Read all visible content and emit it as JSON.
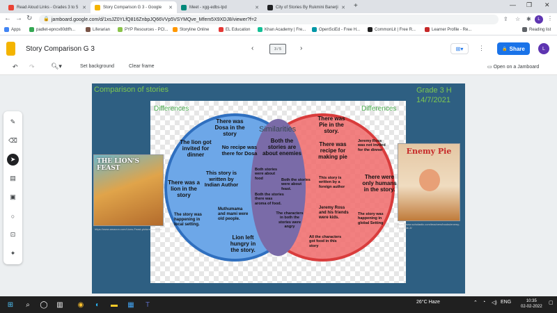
{
  "browser": {
    "tabs": [
      {
        "label": "Read Aloud Links - Grades 3 to 5",
        "color": "#ea4335"
      },
      {
        "label": "Story Comparison G 3 - Google",
        "color": "#f4b400"
      },
      {
        "label": "Meet - xgg-edbs-tpd",
        "color": "#00897b"
      },
      {
        "label": "City of Stories By Rukmini Banerji",
        "color": "#202124"
      }
    ],
    "new_tab": "+",
    "url": "jamboard.google.com/d/1xsJZ0YLfQ816ZnbpJQ66VVp5VSYMQve_Mfem5X9XDJ8/viewer?f=2",
    "bookmarks": [
      "Apps",
      "padlet-epncv80dtfh...",
      "Liferarian",
      "PYP Resources - PCI...",
      "Storyline Online",
      "EL Education",
      "Khan Academy | Fre...",
      "OpenSciEd - Free H...",
      "CommonLit | Free R...",
      "Learner Profile - Re..."
    ],
    "reading_list": "Reading list",
    "profile_initial": "L"
  },
  "jamboard": {
    "title": "Story Comparison G 3",
    "frame_indicator": "3 / 5",
    "share_label": "Share",
    "avatar_initial": "L",
    "toolbar": {
      "set_background": "Set background",
      "clear_frame": "Clear frame",
      "open_on_jamboard": "Open on a Jamboard"
    }
  },
  "board": {
    "title": "Comparison of stories",
    "grade": "Grade 3 H",
    "date": "14/7/2021",
    "differences_left": "Differences",
    "differences_right": "Differences",
    "similarities": "Similarities",
    "left_notes": [
      "There was Dosa in the story",
      "The lion got invited for dinner",
      "No recipe was there for Dosa",
      "There was a lion in the story",
      "This story is written by Indian Author",
      "The story was happening in local setting.",
      "Muthumama and mami were old people.",
      "Lion left hungry in the story."
    ],
    "middle_notes": [
      "Both the stories are about enemies",
      "Both stories were about food",
      "Both the stories were about feast.",
      "Both the stories there was aroma of food.",
      "The characters in both the stories were angry"
    ],
    "right_notes": [
      "There was Pie in the story.",
      "There was recipe for making pie",
      "Jeremy Ross was not invited for the dinner",
      "This story is written by a foreign author",
      "There were only humans in the story.",
      "Jeremy Ross and his friends were kids.",
      "The story was happening in global Setting",
      "All the characters got food in this story"
    ],
    "book_left": {
      "title": "THE LION'S FEAST",
      "caption": "https://www.amazon.com/Lions-Feast-picture-book/dp/..."
    },
    "book_right": {
      "title": "Enemy Pie",
      "caption": "https://www.scholastic.com/teachers/books/enemy-pie-grade-3/"
    }
  },
  "taskbar": {
    "weather": "26°C  Haze",
    "language": "ENG",
    "time": "10:35",
    "date": "02-02-2022"
  }
}
